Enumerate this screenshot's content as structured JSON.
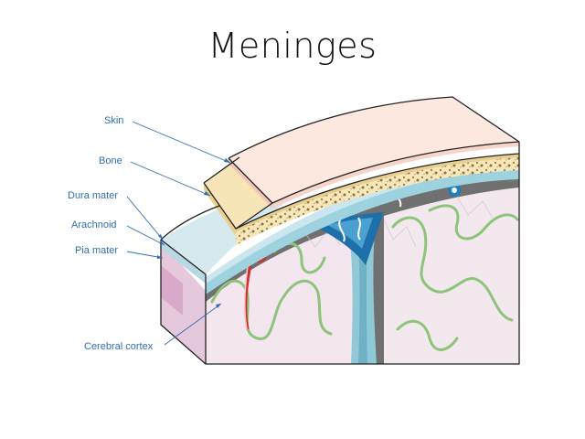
{
  "slide": {
    "title": "Meninges"
  },
  "labels": {
    "skin": "Skin",
    "bone": "Bone",
    "dura_mater": "Dura mater",
    "arachnoid": "Arachnoid",
    "pia_mater": "Pia mater",
    "cerebral_cortex": "Cerebral cortex"
  },
  "colors": {
    "label_text": "#2f6fb0",
    "leader_line": "#2f6fb0",
    "skin": "#fde9e2",
    "bone": "#f7e5b8",
    "dura": "#cfe3ea",
    "csf": "#8fc9d8",
    "cortex": "#f3e6ee",
    "white_matter": "#6e6e6e",
    "vessels_green": "#8cc47a",
    "artery": "#d42b2b",
    "vein": "#1a7fc1"
  }
}
